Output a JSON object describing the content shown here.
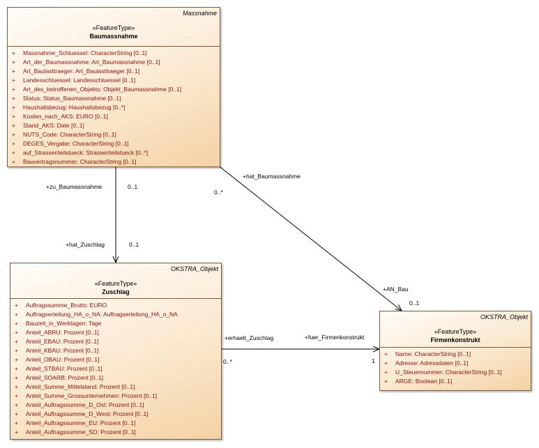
{
  "classes": {
    "baumassnahme": {
      "parent": "Massnahme",
      "stereotype": "«FeatureType»",
      "name": "Baumassnahme",
      "visibility": "+",
      "attributes": [
        "Massnahme_Schluessel: CharacterString [0..1]",
        "Art_der_Baumassnahme: Art_Baumassnahme [0..1]",
        "Art_Baulasttraeger: Art_Baulasttraeger [0..1]",
        "Landesschluessel: Landesschluessel [0..1]",
        "Art_des_betroffenen_Objekts: Objekt_Baumassnahme [0..1]",
        "Status: Status_Baumassnahme [0..1]",
        "Haushaltsbezug: Haushaltsbezug [0..*]",
        "Kosten_nach_AKS: EURO [0..1]",
        "Stand_AKS: Date [0..1]",
        "NUTS_Code: CharacterString [0..1]",
        "DEGES_Vergabe: CharacterString [0..1]",
        "auf_Strassenteilstueck: Strassenteilstueck [0..*]",
        "Bauvertragsnummer: CharacterString [0..1]"
      ]
    },
    "zuschlag": {
      "parent": "OKSTRA_Objekt",
      "stereotype": "«FeatureType»",
      "name": "Zuschlag",
      "visibility": "+",
      "attributes": [
        "Auftragssumme_Brutto: EURO",
        "Auftragserteilung_HA_o_NA: Auftragserteilung_HA_o_NA",
        "Bauzeit_in_Werktagen: Tage",
        "Anteil_ABRU: Prozent [0..1]",
        "Anteil_EBAU: Prozent [0..1]",
        "Anteil_KBAU: Prozent [0..1]",
        "Anteil_OBAU: Prozent [0..1]",
        "Anteil_STBAU: Prozent [0..1]",
        "Anteil_SOARB: Prozent [0..1]",
        "Anteil_Summe_Mittelstand: Prozent [0..1]",
        "Anteil_Summe_Grossunternehmen: Prozent [0..1]",
        "Anteil_Auftragssumme_D_Ost: Prozent [0..1]",
        "Anteil_Auftragssumme_D_West: Prozent [0..1]",
        "Anteil_Auftragssumme_EU: Prozent [0..1]",
        "Anteil_Auftragssumme_SO: Prozent [0..1]"
      ]
    },
    "firmenkonstrukt": {
      "parent": "OKSTRA_Objekt",
      "stereotype": "«FeatureType»",
      "name": "Firmenkonstrukt",
      "visibility": "+",
      "attributes": [
        "Name: CharacterString [0..1]",
        "Adresse: Adressdaten [0..1]",
        "U_Steuernummer: CharacterString [0..1]",
        "ARGE: Boolean [0..1]"
      ]
    }
  },
  "associations": {
    "zu_baumassnahme": {
      "role": "+zu_Baumassnahme",
      "multiplicity": "0..1"
    },
    "hat_zuschlag": {
      "role": "+hat_Zuschlag",
      "multiplicity": "0..1"
    },
    "hat_baumassnahme": {
      "role": "+hat_Baumassnahme",
      "multiplicity": "0..*"
    },
    "an_bau": {
      "role": "+AN_Bau",
      "multiplicity": "0..1"
    },
    "erhaelt_zuschlag": {
      "role": "+erhaelt_Zuschlag",
      "multiplicity": "0..*"
    },
    "fuer_firmenkonstrukt": {
      "role": "+fuer_Firmenkonstrukt",
      "multiplicity": "1"
    }
  },
  "colors": {
    "attribute_text": "#8a1010",
    "border": "#7a5a3a",
    "fill_light": "#fffdf9",
    "fill_dark": "#f3d3a4"
  }
}
